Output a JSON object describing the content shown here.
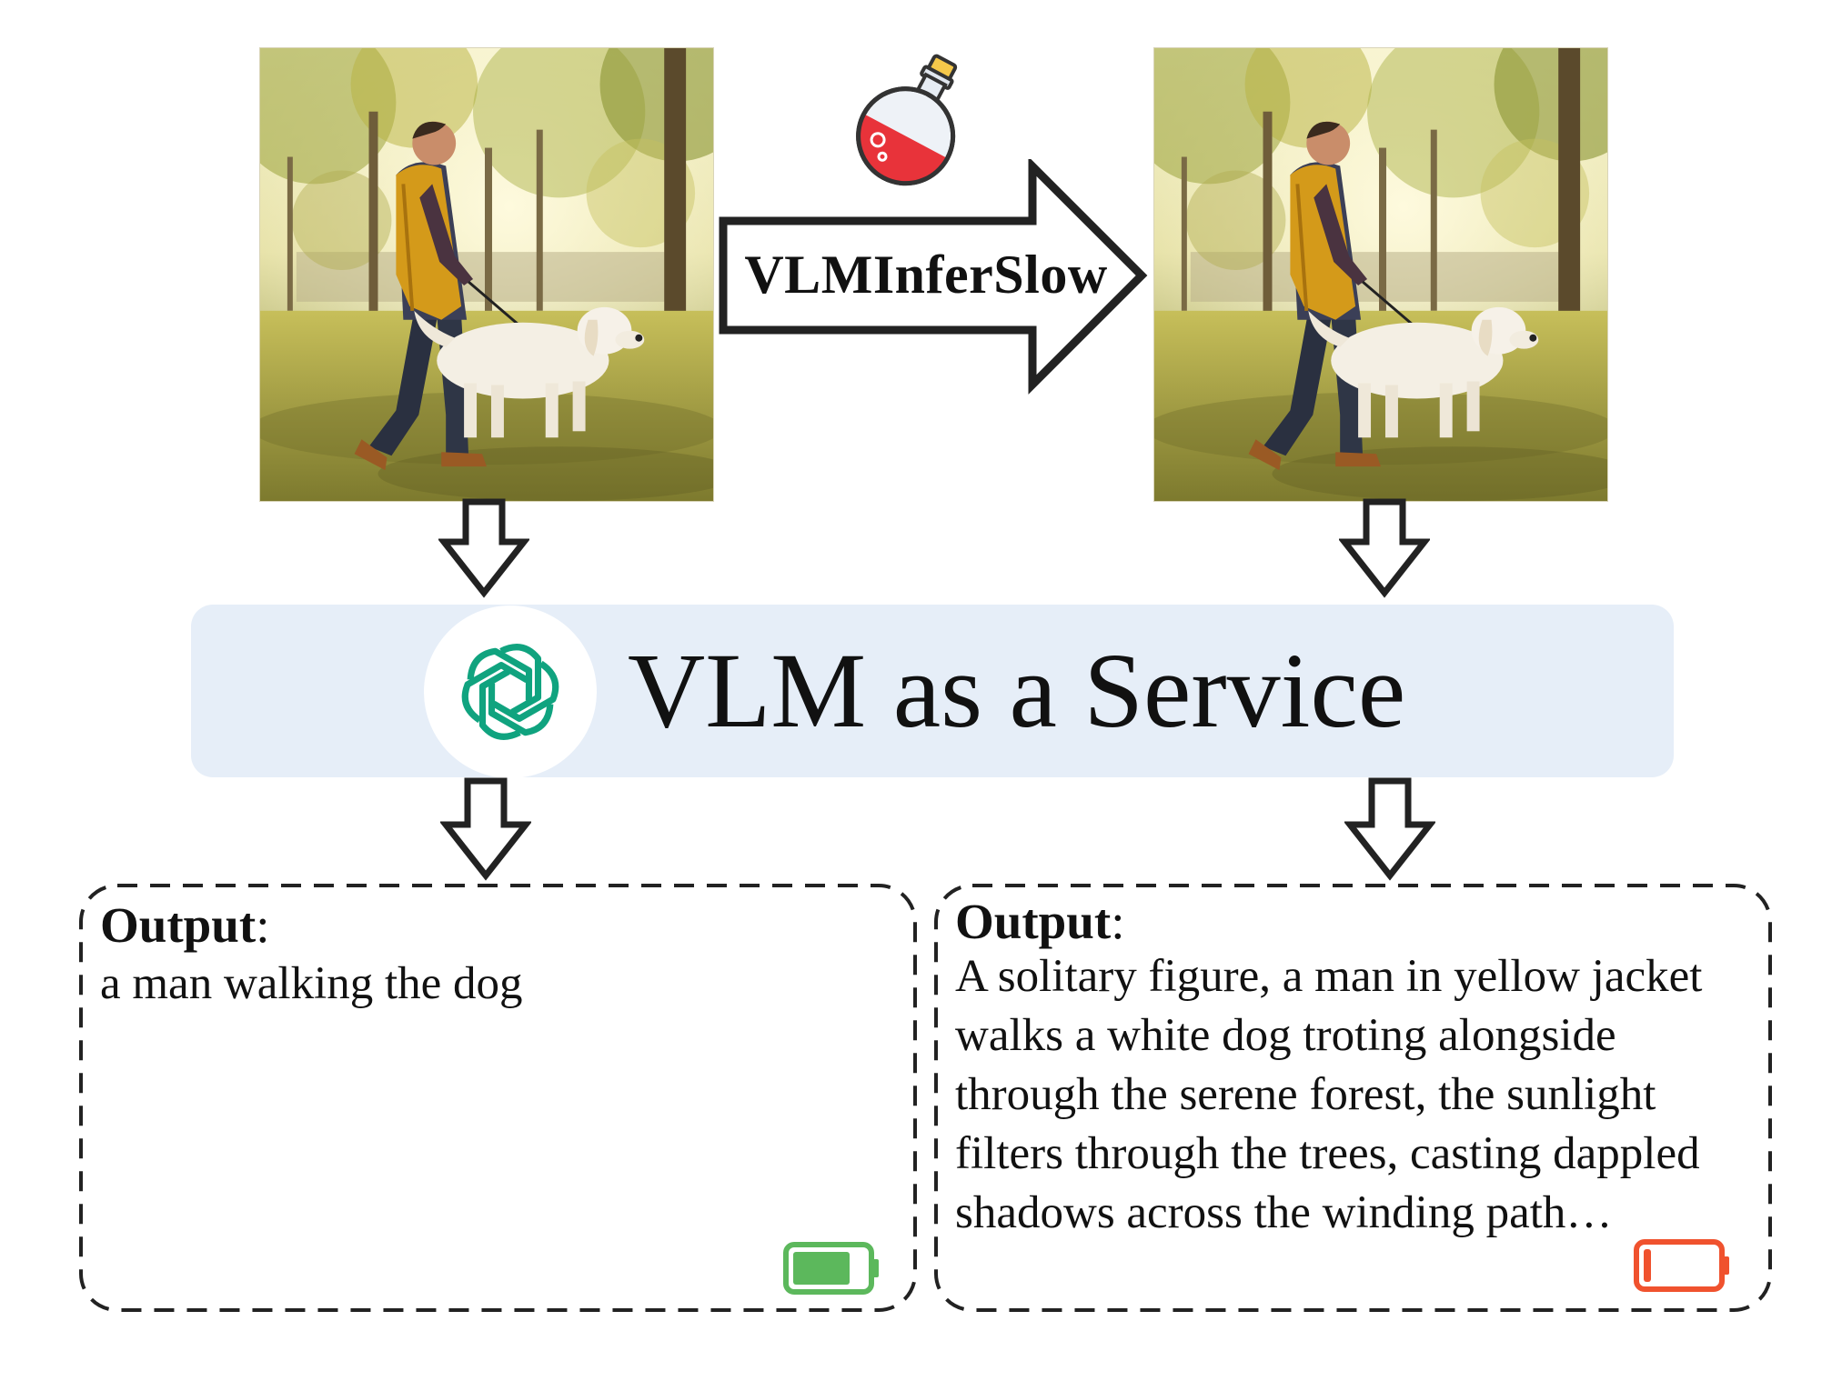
{
  "arrow_label": "VLMInferSlow",
  "service": {
    "title": "VLM as a Service",
    "logo_icon": "openai-logo-icon"
  },
  "outputs": [
    {
      "heading": "Output",
      "colon": ":",
      "lines": [
        "a man walking the dog"
      ],
      "battery_level": 0.8,
      "battery_color": "#5cb85c"
    },
    {
      "heading": "Output",
      "colon": ":",
      "lines": [
        "A solitary figure, a man in yellow jacket",
        "walks a white dog troting alongside",
        "through the serene forest, the sunlight",
        "filters through the trees, casting dappled",
        "shadows across the winding path…"
      ],
      "battery_level": 0.1,
      "battery_color": "#f0522e"
    }
  ],
  "colors": {
    "service_bar": "#e6eef8",
    "logo_green": "#10a37f",
    "potion_red": "#e8333a"
  }
}
